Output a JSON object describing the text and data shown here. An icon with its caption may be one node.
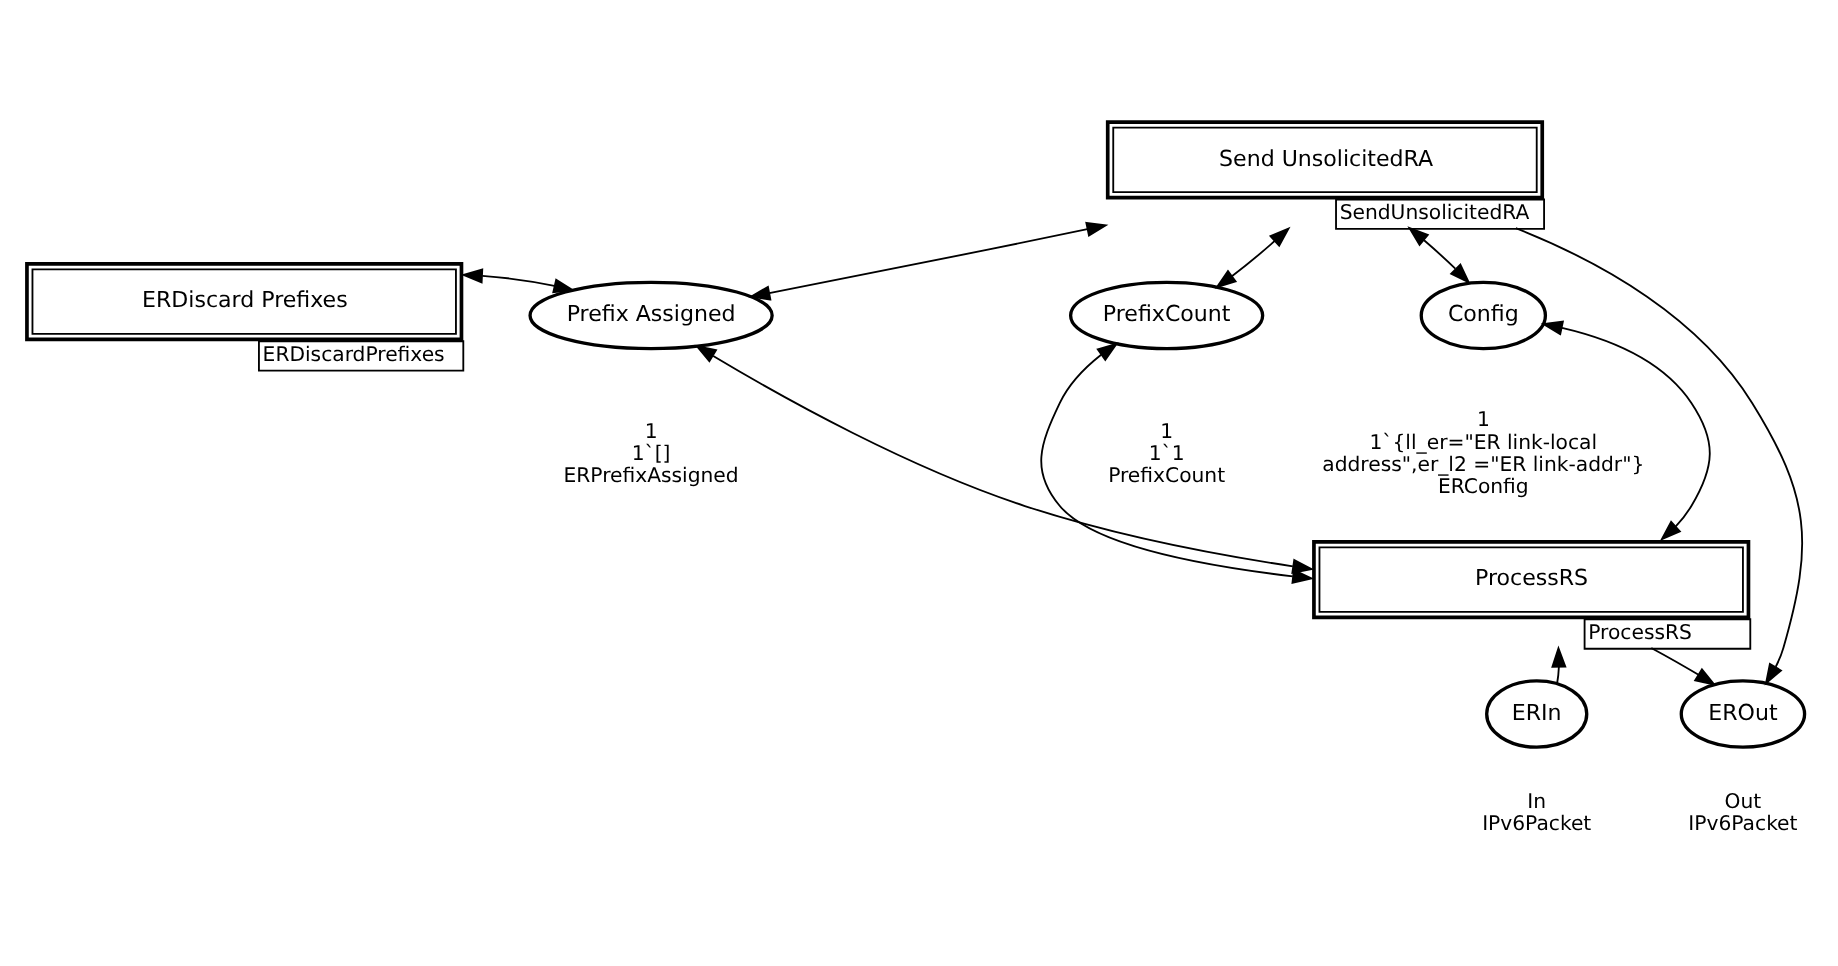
{
  "diagram": {
    "nodes": [
      {
        "text": [
          "Send UnsolicitedRA"
        ],
        "beside": [
          "SendUnsolicitedRA"
        ]
      },
      {
        "text": [
          "ERDiscard Prefixes"
        ],
        "beside": [
          "ERDiscardPrefixes"
        ]
      },
      {
        "text": [
          "Prefix Assigned"
        ],
        "beside": [
          "1",
          "1`[]",
          "ERPrefixAssigned"
        ]
      },
      {
        "text": [
          "PrefixCount"
        ],
        "beside": [
          "1",
          "1`1",
          "PrefixCount"
        ]
      },
      {
        "text": [
          "Config"
        ],
        "beside": [
          "1",
          "1`{ll_er=\"ER link-local address\",er_l2 =\"ER link-addr\"}",
          "ERConfig"
        ]
      },
      {
        "text": [
          "ProcessRS"
        ],
        "beside": [
          "ProcessRS"
        ]
      },
      {
        "text": [
          "ERIn"
        ],
        "beside": [
          "In",
          "IPv6Packet"
        ]
      },
      {
        "text": [
          "EROut"
        ],
        "beside": [
          "Out",
          "IPv6Packet"
        ]
      }
    ],
    "edges": [
      {
        "from": 0,
        "to": 2,
        "arrow": "both"
      },
      {
        "from": 0,
        "to": 3,
        "arrow": "both"
      },
      {
        "from": 0,
        "to": 4,
        "arrow": "both"
      },
      {
        "from": 1,
        "to": 2,
        "arrow": "both"
      },
      {
        "from": 2,
        "to": 5,
        "arrow": "both"
      },
      {
        "from": 3,
        "to": 5,
        "arrow": "both"
      },
      {
        "from": 4,
        "to": 5,
        "arrow": "both"
      },
      {
        "from": 6,
        "to": 5,
        "arrow": "to"
      },
      {
        "from": 0,
        "to": 7,
        "arrow": "to"
      },
      {
        "from": 5,
        "to": 7,
        "arrow": "to"
      }
    ]
  }
}
